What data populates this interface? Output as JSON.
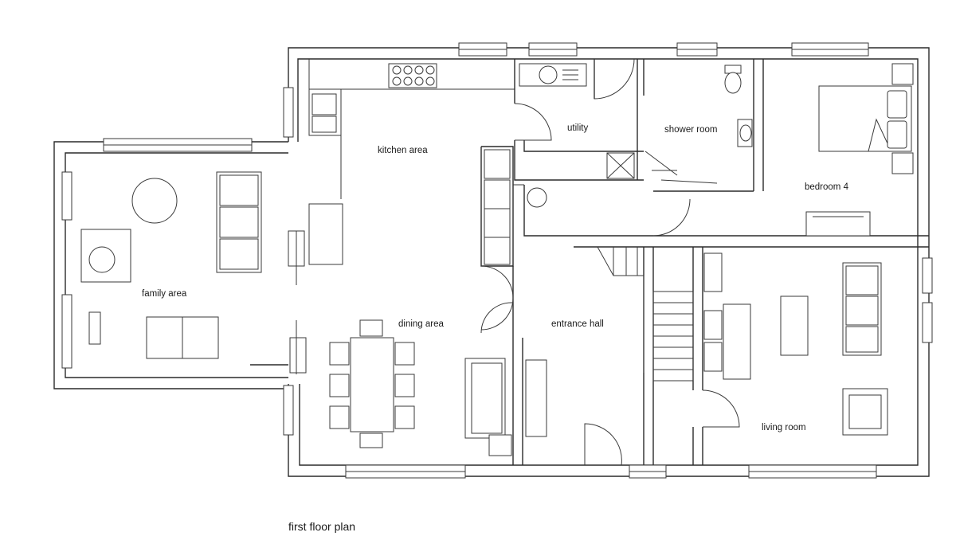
{
  "plan": {
    "caption": "first floor plan",
    "rooms": {
      "kitchen": "kitchen area",
      "utility": "utility",
      "shower": "shower room",
      "bedroom": "bedroom 4",
      "family": "family area",
      "dining": "dining area",
      "hall": "entrance hall",
      "living": "living room"
    }
  }
}
